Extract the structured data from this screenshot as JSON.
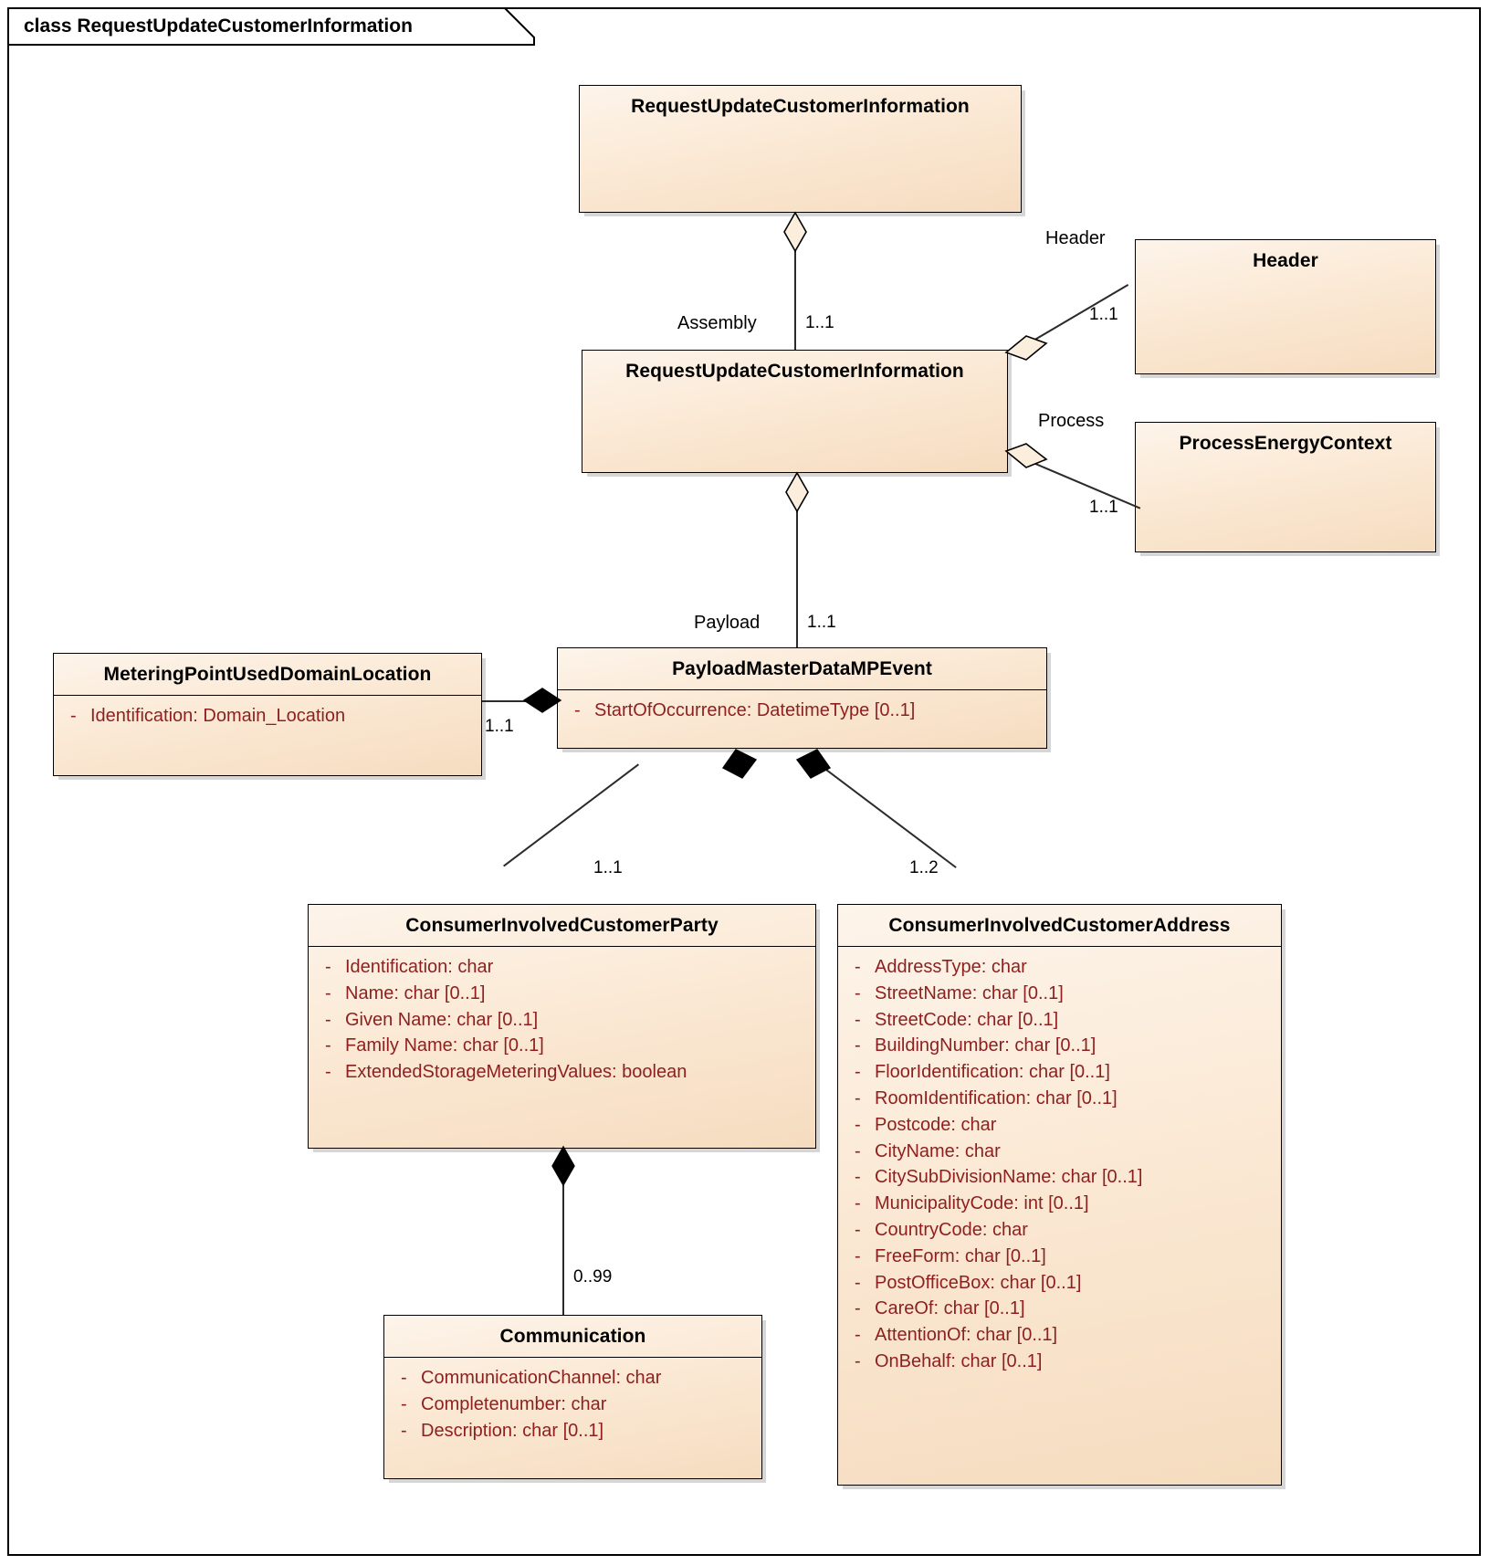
{
  "frame": {
    "label": "class RequestUpdateCustomerInformation"
  },
  "classes": {
    "root": {
      "name": "RequestUpdateCustomerInformation"
    },
    "message": {
      "name": "RequestUpdateCustomerInformation"
    },
    "header": {
      "name": "Header"
    },
    "process": {
      "name": "ProcessEnergyContext"
    },
    "metering_point": {
      "name": "MeteringPointUsedDomainLocation",
      "attributes": [
        {
          "vis": "-",
          "text": "Identification: Domain_Location"
        }
      ]
    },
    "payload": {
      "name": "PayloadMasterDataMPEvent",
      "attributes": [
        {
          "vis": "-",
          "text": "StartOfOccurrence: DatetimeType [0..1]"
        }
      ]
    },
    "customer_party": {
      "name": "ConsumerInvolvedCustomerParty",
      "attributes": [
        {
          "vis": "-",
          "text": "Identification: char"
        },
        {
          "vis": "-",
          "text": "Name: char [0..1]"
        },
        {
          "vis": "-",
          "text": "Given Name: char [0..1]"
        },
        {
          "vis": "-",
          "text": "Family Name: char [0..1]"
        },
        {
          "vis": "-",
          "text": "ExtendedStorageMeteringValues: boolean"
        }
      ]
    },
    "customer_address": {
      "name": "ConsumerInvolvedCustomerAddress",
      "attributes": [
        {
          "vis": "-",
          "text": "AddressType: char"
        },
        {
          "vis": "-",
          "text": "StreetName: char [0..1]"
        },
        {
          "vis": "-",
          "text": "StreetCode: char [0..1]"
        },
        {
          "vis": "-",
          "text": "BuildingNumber: char [0..1]"
        },
        {
          "vis": "-",
          "text": "FloorIdentification: char [0..1]"
        },
        {
          "vis": "-",
          "text": "RoomIdentification: char [0..1]"
        },
        {
          "vis": "-",
          "text": "Postcode: char"
        },
        {
          "vis": "-",
          "text": "CityName: char"
        },
        {
          "vis": "-",
          "text": "CitySubDivisionName: char [0..1]"
        },
        {
          "vis": "-",
          "text": "MunicipalityCode: int [0..1]"
        },
        {
          "vis": "-",
          "text": "CountryCode: char"
        },
        {
          "vis": "-",
          "text": "FreeForm: char [0..1]"
        },
        {
          "vis": "-",
          "text": "PostOfficeBox: char [0..1]"
        },
        {
          "vis": "-",
          "text": "CareOf: char [0..1]"
        },
        {
          "vis": "-",
          "text": "AttentionOf: char [0..1]"
        },
        {
          "vis": "-",
          "text": "OnBehalf: char [0..1]"
        }
      ]
    },
    "communication": {
      "name": "Communication",
      "attributes": [
        {
          "vis": "-",
          "text": "CommunicationChannel: char"
        },
        {
          "vis": "-",
          "text": "Completenumber: char"
        },
        {
          "vis": "-",
          "text": "Description: char [0..1]"
        }
      ]
    }
  },
  "relations": {
    "assembly": {
      "role": "Assembly",
      "multiplicity": "1..1"
    },
    "header": {
      "role": "Header",
      "multiplicity": "1..1"
    },
    "process": {
      "role": "Process",
      "multiplicity": "1..1"
    },
    "payload": {
      "role": "Payload",
      "multiplicity": "1..1"
    },
    "metering_point": {
      "role": "",
      "multiplicity": "1..1"
    },
    "customer_party": {
      "role": "",
      "multiplicity": "1..1"
    },
    "customer_address": {
      "role": "",
      "multiplicity": "1..2"
    },
    "communication": {
      "role": "",
      "multiplicity": "0..99"
    }
  },
  "colors": {
    "class_fill_top": "#fdf4ea",
    "class_fill_bottom": "#f5dcbf",
    "border": "#000000",
    "attribute_text": "#8d1f1f",
    "line": "#2b2b2b",
    "background": "#ffffff"
  }
}
